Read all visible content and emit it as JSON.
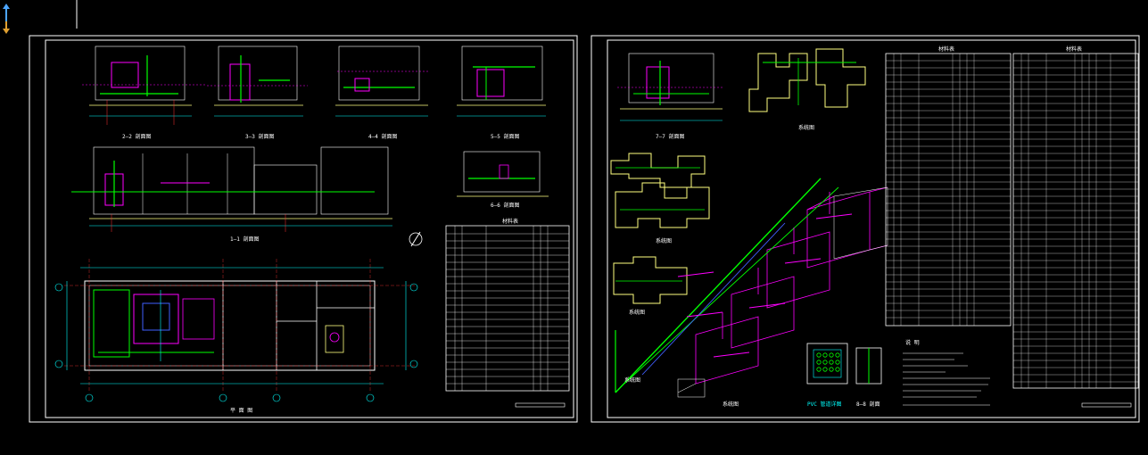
{
  "colors": {
    "background": "#000000",
    "frame": "#ffffff",
    "dim": "#00ffff",
    "pipe_green": "#00ff00",
    "pipe_magenta": "#ff00ff",
    "wall_yellow": "#ffff80",
    "grid_red": "#ff3030",
    "pipe_blue": "#4060ff"
  },
  "sheets": [
    {
      "name": "sheet-left",
      "section_labels": [
        "2—2 剖面图",
        "3—3 剖面图",
        "4—4 剖面图",
        "5—5 剖面图",
        "1—1 剖面图",
        "6—6 剖面图",
        "平 面 图"
      ],
      "table_title": "材料表"
    },
    {
      "name": "sheet-right",
      "section_labels": [
        "7—7 剖面图",
        "系统图",
        "系统图",
        "系统图",
        "系统图",
        "系统图",
        "PVC 管道详图",
        "8—8 剖面"
      ],
      "table_titles": [
        "材料表",
        "材料表"
      ],
      "notes_title": "说 明"
    }
  ]
}
